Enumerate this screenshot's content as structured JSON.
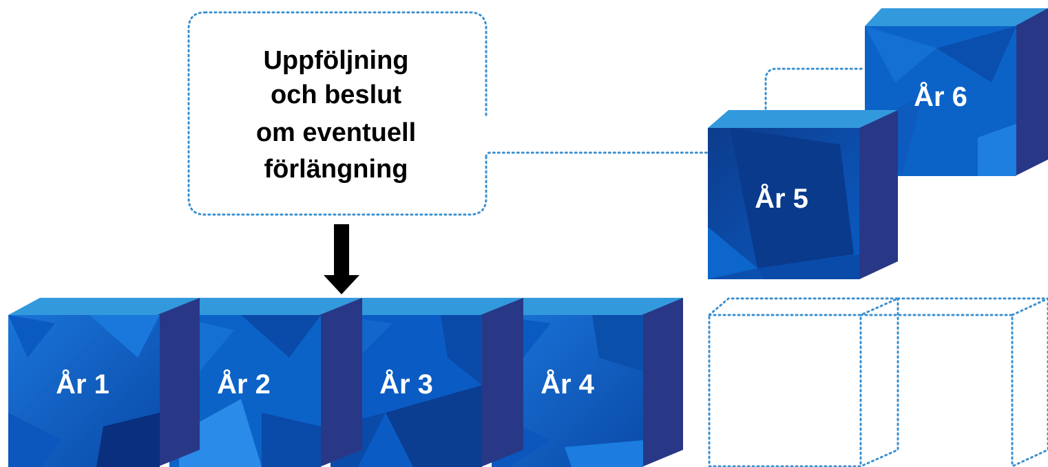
{
  "callout": {
    "lines": [
      "Uppföljning",
      "och beslut",
      "om eventuell",
      "förlängning"
    ]
  },
  "cubes": [
    {
      "label": "År 1"
    },
    {
      "label": "År 2"
    },
    {
      "label": "År 3"
    },
    {
      "label": "År 4"
    },
    {
      "label": "År 5"
    },
    {
      "label": "År 6"
    }
  ],
  "colors": {
    "cube_front": "#0a5cc4",
    "cube_front_dark": "#0b3d91",
    "cube_top": "#3399dd",
    "cube_side": "#283886",
    "dotted": "#3a8fd0",
    "arrow": "#000000",
    "text_on_cube": "#ffffff"
  }
}
